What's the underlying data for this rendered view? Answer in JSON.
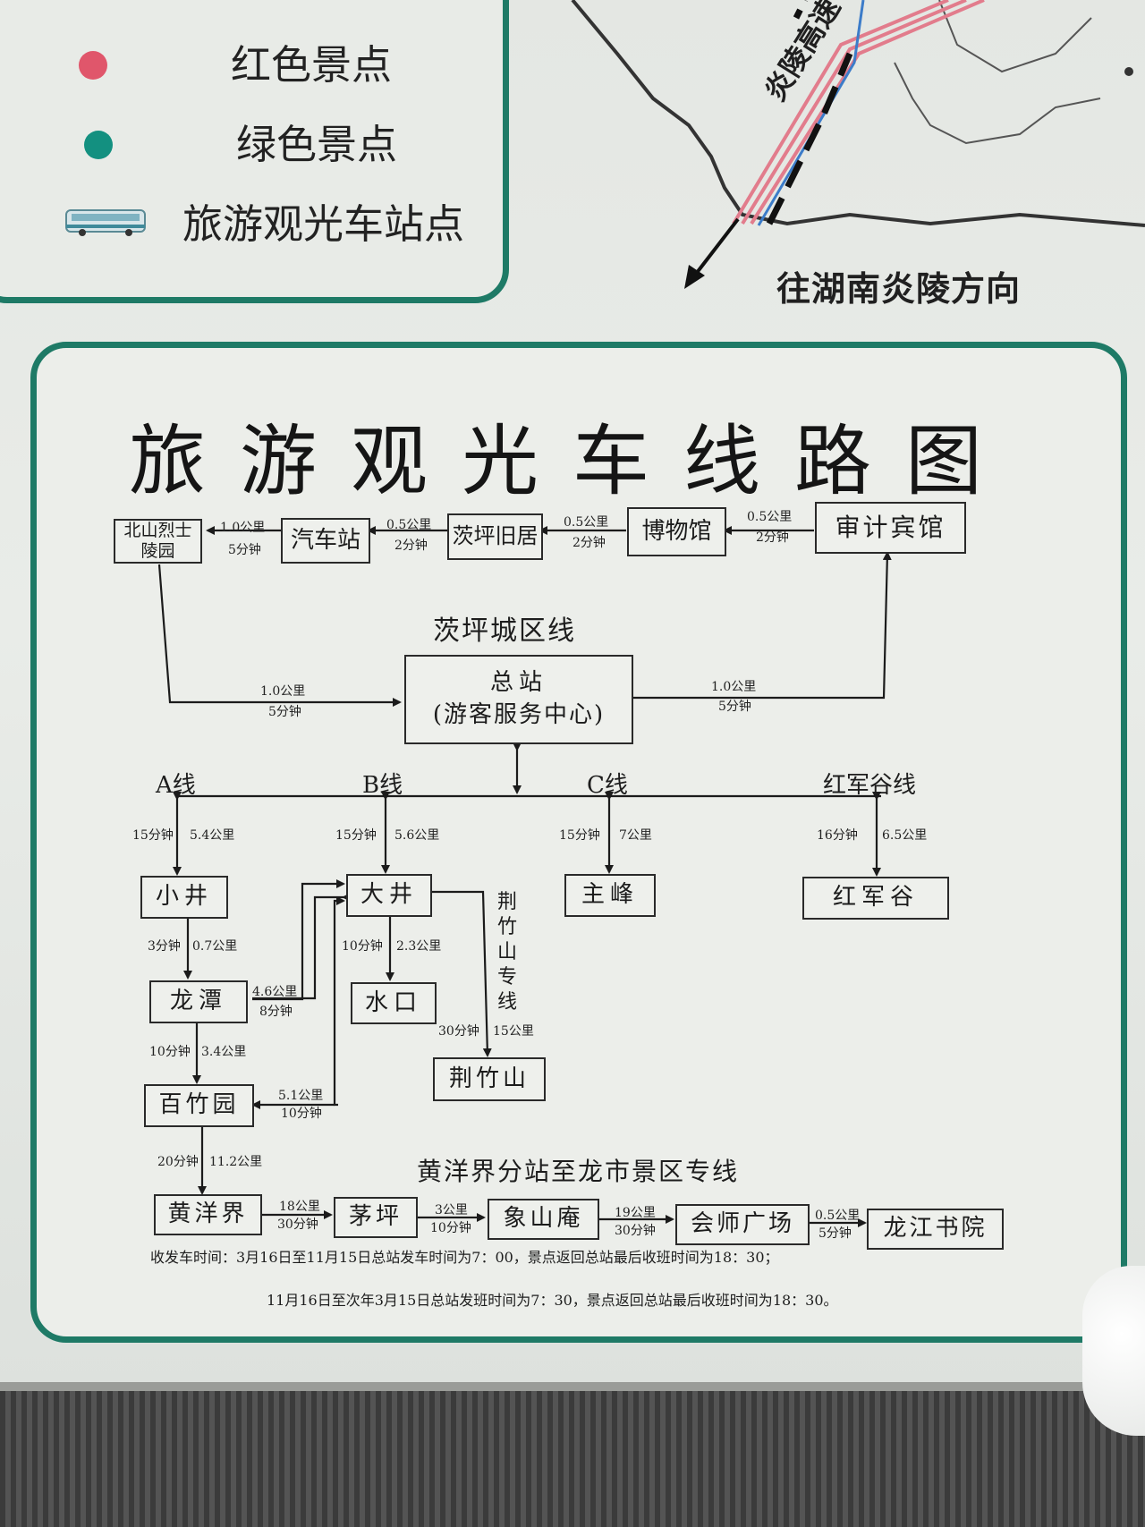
{
  "legend": {
    "red_label": "红色景点",
    "green_label": "绿色景点",
    "bus_label": "旅游观光车站点",
    "red_color": "#e0566b",
    "green_color": "#139080"
  },
  "map": {
    "highway": "炎陵高速",
    "direction": "往湖南炎陵方向"
  },
  "title": "旅游观光车线路图",
  "city_line": {
    "name": "茨坪城区线",
    "stations": {
      "beishan": "北山烈士陵园",
      "qichezhan": "汽车站",
      "ciping": "茨坪旧居",
      "bowuguan": "博物馆",
      "shenji": "审计宾馆"
    },
    "segments": [
      {
        "dist": "1.0公里",
        "time": "5分钟"
      },
      {
        "dist": "0.5公里",
        "time": "2分钟"
      },
      {
        "dist": "0.5公里",
        "time": "2分钟"
      },
      {
        "dist": "0.5公里",
        "time": "2分钟"
      }
    ],
    "hub_left": {
      "dist": "1.0公里",
      "time": "5分钟"
    },
    "hub_right": {
      "dist": "1.0公里",
      "time": "5分钟"
    }
  },
  "hub": {
    "line1": "总站",
    "line2": "(游客服务中心)"
  },
  "lines": {
    "a": {
      "name": "A线",
      "time": "15分钟",
      "dist": "5.4公里"
    },
    "b": {
      "name": "B线",
      "time": "15分钟",
      "dist": "5.6公里"
    },
    "c": {
      "name": "C线",
      "time": "15分钟",
      "dist": "7公里"
    },
    "hong": {
      "name": "红军谷线",
      "time": "16分钟",
      "dist": "6.5公里"
    }
  },
  "stations": {
    "xiaojing": "小井",
    "dajing": "大井",
    "zhufeng": "主峰",
    "hongjungu": "红军谷",
    "longtan": "龙潭",
    "shuikou": "水口",
    "jingzhushan": "荆竹山",
    "baizhuyuan": "百竹园",
    "huangyangjie": "黄洋界"
  },
  "segments": {
    "xiaojing_longtan": {
      "time": "3分钟",
      "dist": "0.7公里"
    },
    "longtan_dajing": {
      "dist": "4.6公里",
      "time": "8分钟"
    },
    "dajing_shuikou": {
      "time": "10分钟",
      "dist": "2.3公里"
    },
    "dajing_jingzhushan": {
      "time": "30分钟",
      "dist": "15公里"
    },
    "longtan_baizhuyuan": {
      "time": "10分钟",
      "dist": "3.4公里"
    },
    "baizhuyuan_dajing": {
      "dist": "5.1公里",
      "time": "10分钟"
    },
    "baizhuyuan_huangyangjie": {
      "time": "20分钟",
      "dist": "11.2公里"
    }
  },
  "jingzhu_line": "荆竹山专线",
  "longshi_line": {
    "name": "黄洋界分站至龙市景区专线",
    "stations": [
      "黄洋界",
      "茅坪",
      "象山庵",
      "会师广场",
      "龙江书院"
    ],
    "segments": [
      {
        "dist": "18公里",
        "time": "30分钟"
      },
      {
        "dist": "3公里",
        "time": "10分钟"
      },
      {
        "dist": "19公里",
        "time": "30分钟"
      },
      {
        "dist": "0.5公里",
        "time": "5分钟"
      }
    ]
  },
  "schedule": {
    "line1": "收发车时间：3月16日至11月15日总站发车时间为7：00，景点返回总站最后收班时间为18：30；",
    "line2": "11月16日至次年3月15日总站发班时间为7：30，景点返回总站最后收班时间为18：30。"
  }
}
